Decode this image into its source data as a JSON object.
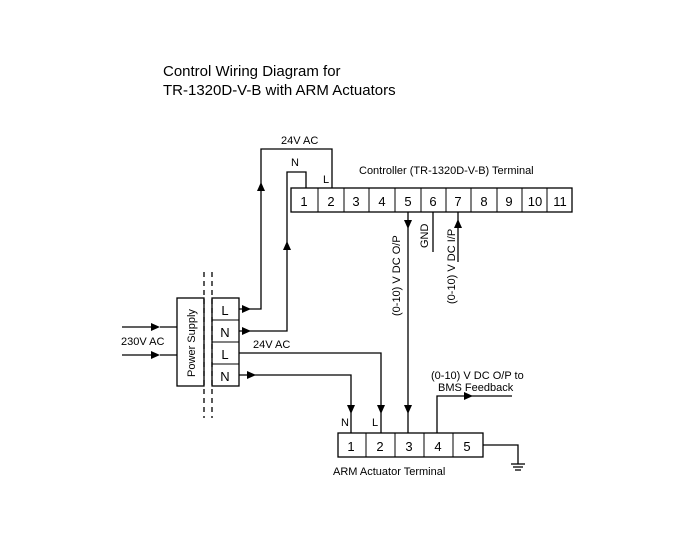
{
  "title": {
    "line1": "Control Wiring Diagram for",
    "line2": "TR-1320D-V-B with ARM Actuators"
  },
  "controller": {
    "label": "Controller (TR-1320D-V-B) Terminal",
    "terminals": [
      "1",
      "2",
      "3",
      "4",
      "5",
      "6",
      "7",
      "8",
      "9",
      "10",
      "11"
    ],
    "pin_N": "N",
    "pin_L": "L",
    "signal_out": "(0-10) V DC O/P",
    "gnd": "GND",
    "signal_in": "(0-10) V DC I/P"
  },
  "supply": {
    "top_label": "24V AC",
    "mid_label": "24V AC",
    "input_label": "230V AC",
    "name": "Power Supply",
    "terminals": [
      "L",
      "N",
      "L",
      "N"
    ]
  },
  "actuator": {
    "label": "ARM Actuator Terminal",
    "terminals": [
      "1",
      "2",
      "3",
      "4",
      "5"
    ],
    "pin_N": "N",
    "pin_L": "L",
    "feedback_line1": "(0-10) V DC O/P to",
    "feedback_line2": "BMS Feedback"
  }
}
